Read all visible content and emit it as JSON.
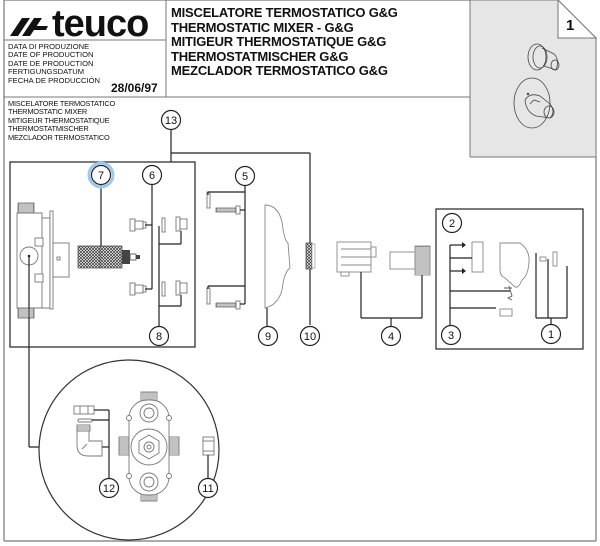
{
  "header": {
    "brand": "teuco",
    "production_date_labels": [
      "DATA DI PRODUZIONE",
      "DATE OF PRODUCTION",
      "DATE DE PRODUCTION",
      "FERTIGUNGSDATUM",
      "FECHA DE PRODUCCIÓN"
    ],
    "production_date": "28/06/97",
    "titles": [
      "MISCELATORE TERMOSTATICO G&G",
      "THERMOSTATIC MIXER - G&G",
      "MITIGEUR THERMOSTATIQUE G&G",
      "THERMOSTATMISCHER G&G",
      "MEZCLADOR TERMOSTATICO G&G"
    ],
    "page_number": "1"
  },
  "assembly_labels": [
    "MISCELATORE TERMOSTATICO",
    "THERMOSTATIC MIXER",
    "MITIGEUR THERMOSTATIQUE",
    "THERMOSTATMISCHER",
    "MEZCLADOR TERMOSTATICO"
  ],
  "callouts": {
    "c1": "1",
    "c2": "2",
    "c3": "3",
    "c4": "4",
    "c5": "5",
    "c6": "6",
    "c7": "7",
    "c8": "8",
    "c9": "9",
    "c10": "10",
    "c11": "11",
    "c12": "12",
    "c13": "13"
  },
  "highlighted_callout": "7",
  "colors": {
    "line": "#222222",
    "part_gray": "#8a8a8a",
    "thumbnail_bg": "#e6e6e6",
    "highlight": "#9cc8ee"
  }
}
